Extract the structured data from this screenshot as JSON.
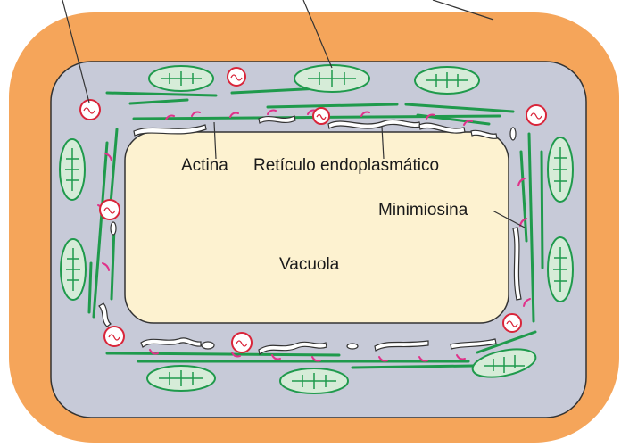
{
  "labels": {
    "actin": "Actina",
    "er": "Retículo endoplasmático",
    "minimyosin": "Minimiosina",
    "vacuole": "Vacuola"
  },
  "colors": {
    "cell_wall": "#f5a55a",
    "cytoplasm": "#c7cad8",
    "vacuole": "#fdf2d0",
    "actin": "#1f9a4c",
    "minimyosin": "#e0328a",
    "mitochondrion": "#d9253a",
    "chloroplast_fill": "#d6ecd8",
    "chloroplast_line": "#1f9a4c",
    "er_fill": "#ffffff",
    "outline": "#333333"
  }
}
